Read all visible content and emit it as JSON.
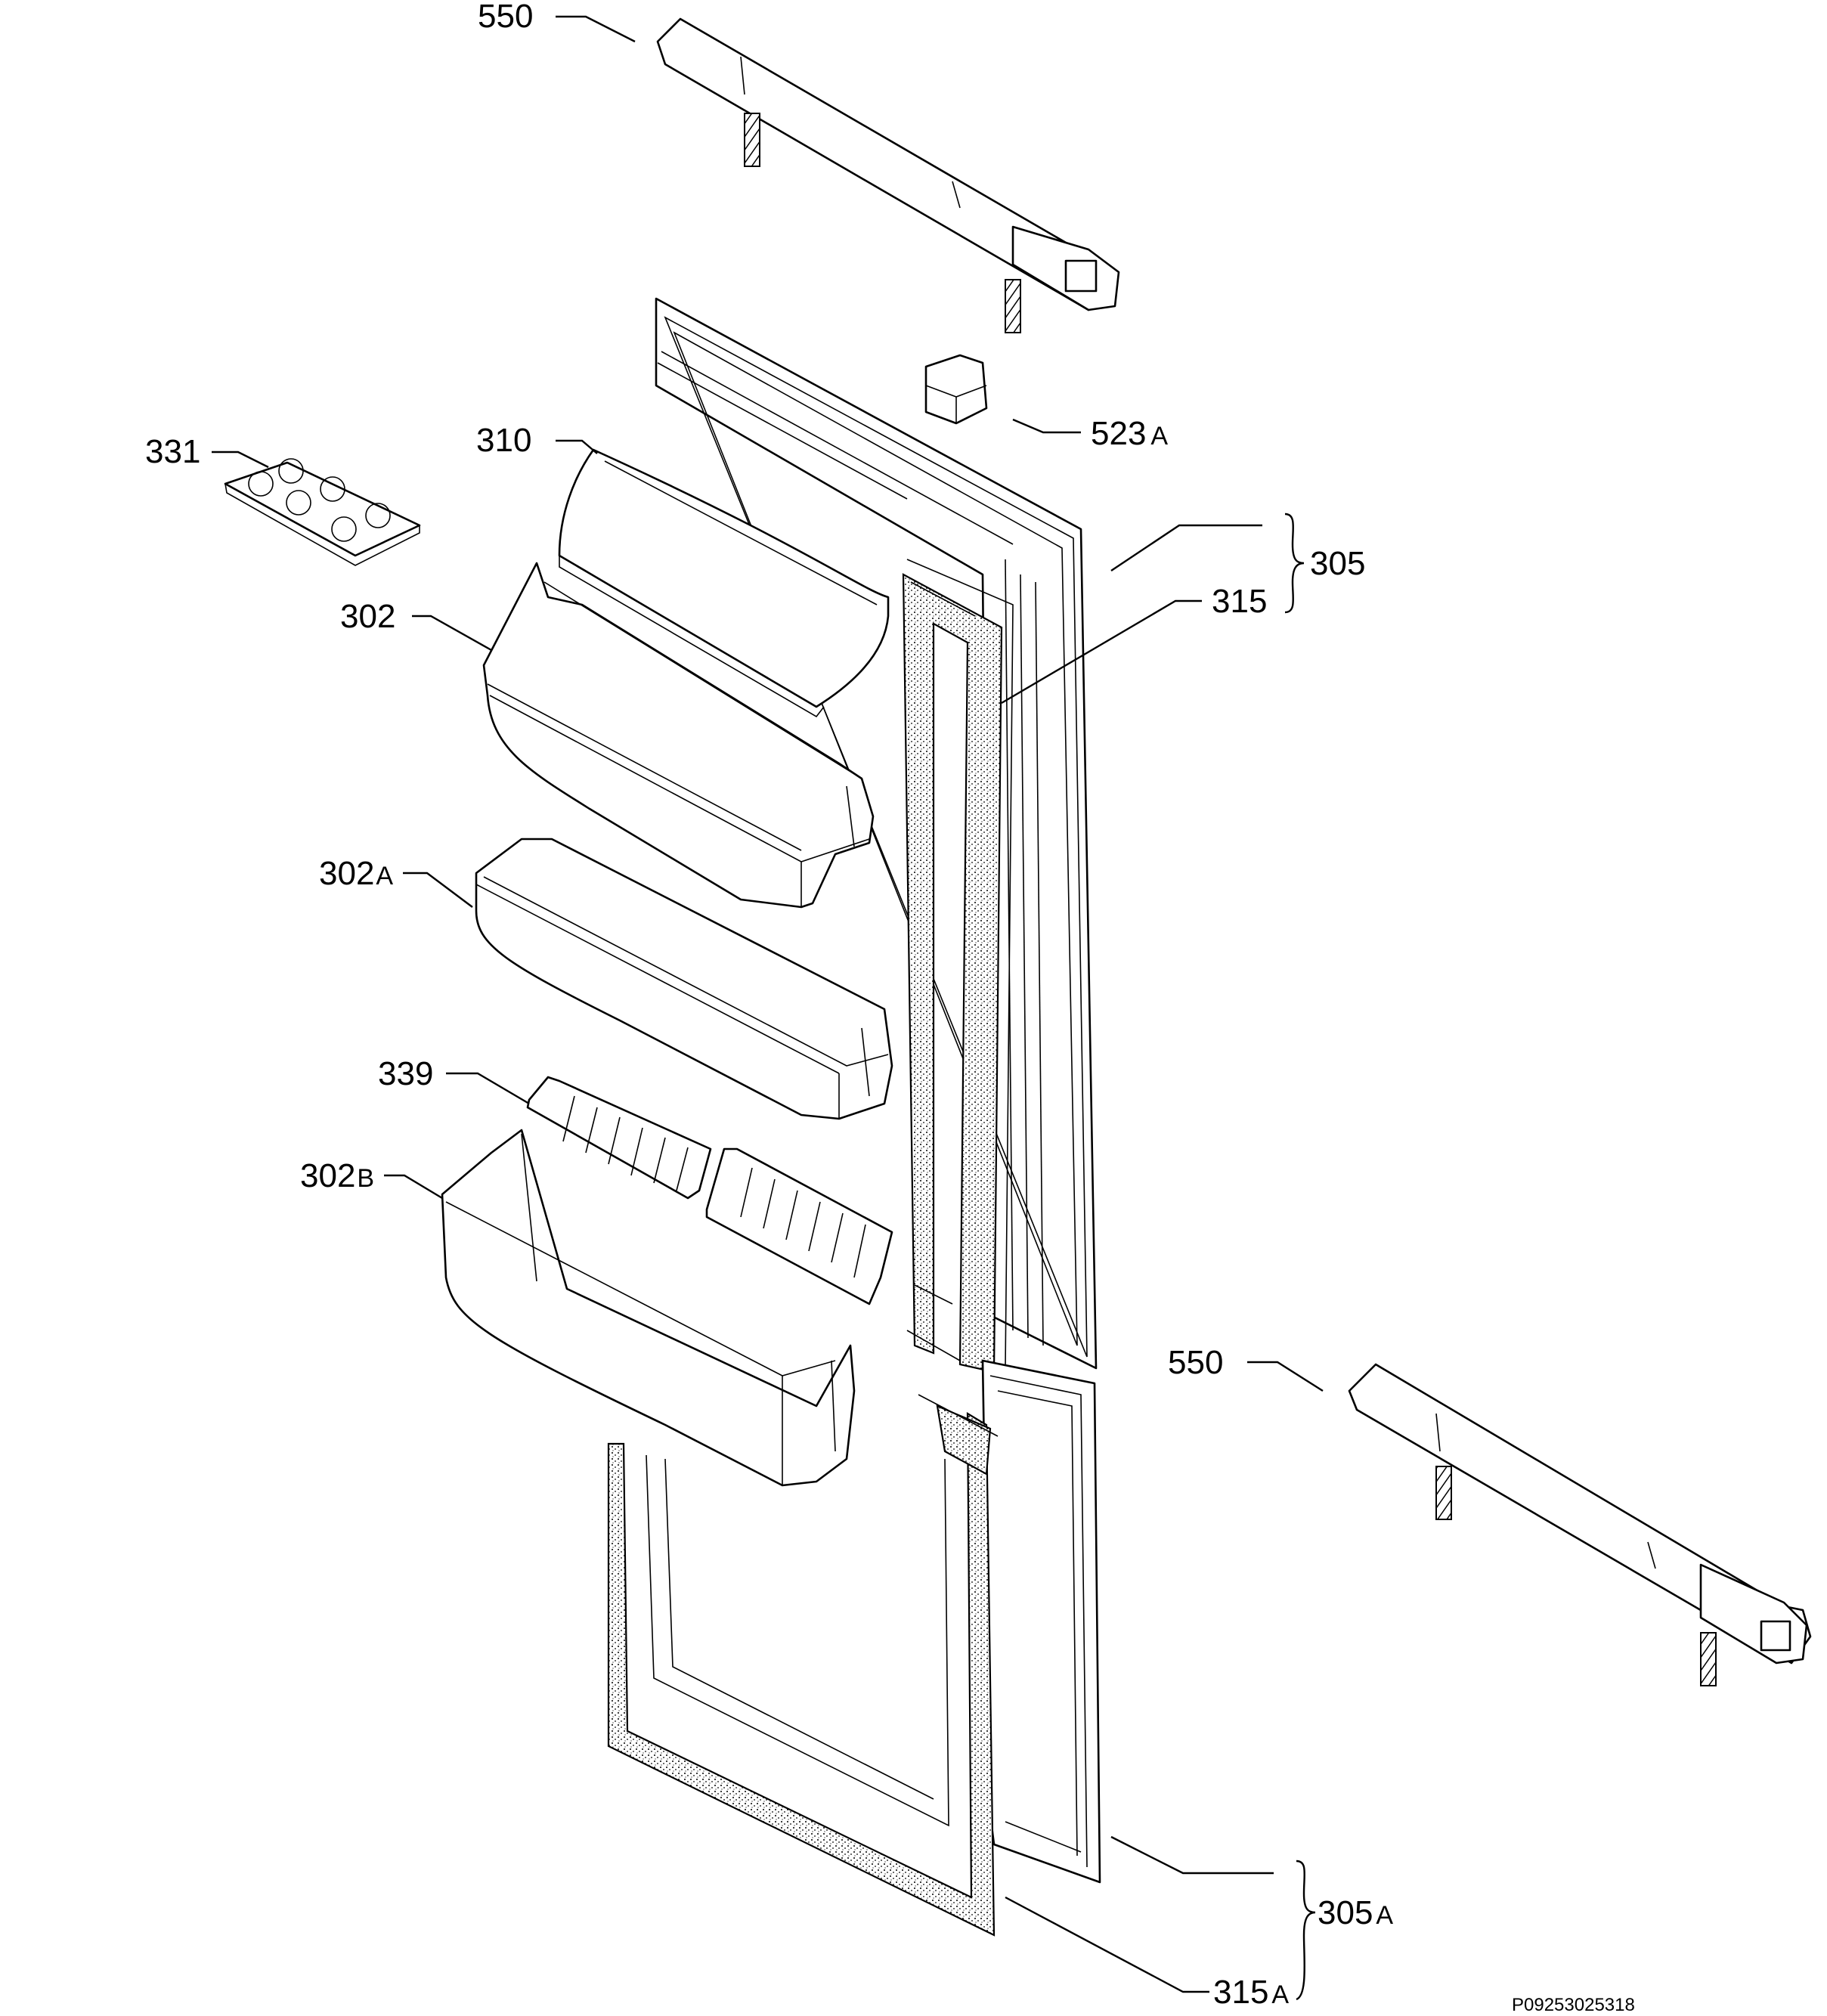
{
  "labels": {
    "p550_top": {
      "num": "550",
      "suffix": ""
    },
    "p523a": {
      "num": "523",
      "suffix": "A"
    },
    "p331": {
      "num": "331",
      "suffix": ""
    },
    "p310": {
      "num": "310",
      "suffix": ""
    },
    "p305": {
      "num": "305",
      "suffix": ""
    },
    "p315": {
      "num": "315",
      "suffix": ""
    },
    "p302": {
      "num": "302",
      "suffix": ""
    },
    "p302a": {
      "num": "302",
      "suffix": "A"
    },
    "p339": {
      "num": "339",
      "suffix": ""
    },
    "p302b": {
      "num": "302",
      "suffix": "B"
    },
    "p550_bottom": {
      "num": "550",
      "suffix": ""
    },
    "p305a": {
      "num": "305",
      "suffix": "A"
    },
    "p315a": {
      "num": "315",
      "suffix": "A"
    }
  },
  "drawing_code": "P09253025318"
}
